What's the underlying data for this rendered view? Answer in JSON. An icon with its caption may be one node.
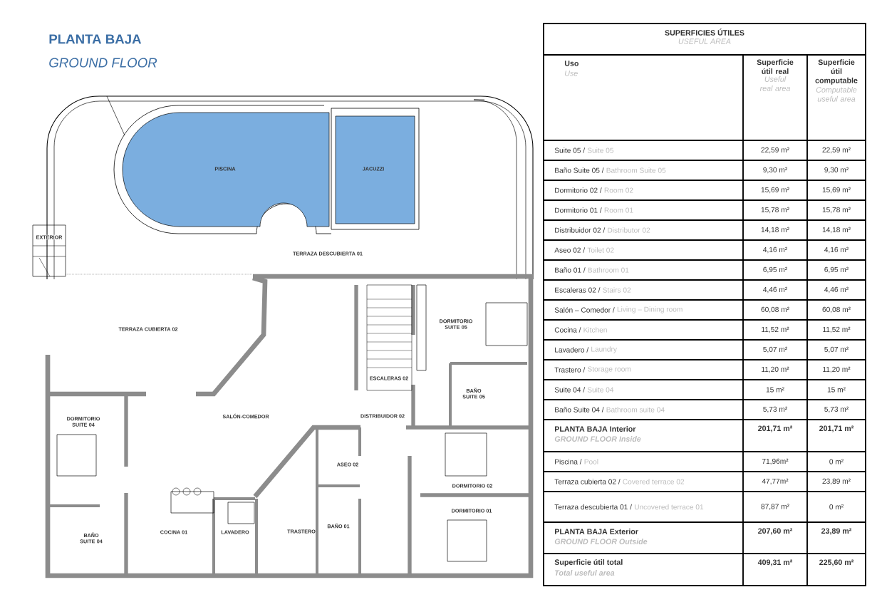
{
  "diagram": {
    "title": "PLANTA BAJA",
    "labels": [
      "GROUND FLOOR",
      "PISCINA",
      "JACUZZI",
      "EXTERIOR",
      "TERRAZA DESCUBIERTA 01",
      "TERRAZA CUBIERTA 02",
      "DORMITORIO SUITE 05",
      "ESCALERAS 02",
      "BAÑO SUITE 05",
      "SALÓN-COMEDOR",
      "DISTRIBUIDOR 02",
      "DORMITORIO SUITE 04",
      "ASEO 02",
      "DORMITORIO 02",
      "DORMITORIO 01",
      "BAÑO SUITE 04",
      "COCINA 01",
      "LAVADERO",
      "TRASTERO",
      "BAÑO 01",
      "SUPERFICIES ÚTILES",
      "USEFUL AREA",
      "Uso",
      "Use",
      "Superficie útil real",
      "Useful real area",
      "Superficie útil computable",
      "Computable useful area",
      "Suite 05 /",
      "Suite 05",
      "22,59 m²",
      "22,59 m²",
      "Baño Suite 05 /",
      "Bathroom Suite 05",
      "9,30 m²",
      "9,30 m²",
      "Dormitorio 02 /",
      "Room 02",
      "15,69 m²",
      "15,69 m²",
      "Dormitorio 01 /",
      "Room 01",
      "15,78 m²",
      "15,78 m²",
      "Distribuidor 02 /",
      "Distributor 02",
      "14,18 m²",
      "14,18 m²",
      "Aseo 02 /",
      "Toilet 02",
      "4,16 m²",
      "4,16 m²",
      "Baño 01 /",
      "Bathroom 01",
      "6,95 m²",
      "6,95 m²",
      "Escaleras 02 /",
      "Stairs 02",
      "4,46 m²",
      "4,46 m²",
      "Salón – Comedor /",
      "Living – Dining room",
      "60,08 m²",
      "60,08 m²",
      "Cocina /",
      "Kitchen",
      "11,52 m²",
      "11,52 m²",
      "Lavadero /",
      "Laundry",
      "5,07 m²",
      "5,07 m²",
      "Trastero /",
      "Storage room",
      "11,20 m²",
      "11,20 m²",
      "Suite 04 /",
      "Suite 04",
      "15 m²",
      "15 m²",
      "Baño Suite 04 /",
      "Bathroom suite 04",
      "5,73 m²",
      "5,73 m²",
      "PLANTA BAJA Interior",
      "GROUND FLOOR Inside",
      "201,71 m²",
      "201,71 m²",
      "Piscina /",
      "Pool",
      "71,96m²",
      "0 m²",
      "Terraza cubierta 02 /",
      "Covered terrace 02",
      "47,77m²",
      "23,89 m²",
      "Terraza descubierta 01 /",
      "Uncovered terrace 01",
      "87,87 m²",
      "0 m²",
      "PLANTA BAJA Exterior",
      "GROUND FLOOR Outside",
      "207,60 m²",
      "23,89 m²",
      "Superficie útil total",
      "Total useful area",
      "409,31 m²",
      "225,60 m²"
    ]
  }
}
